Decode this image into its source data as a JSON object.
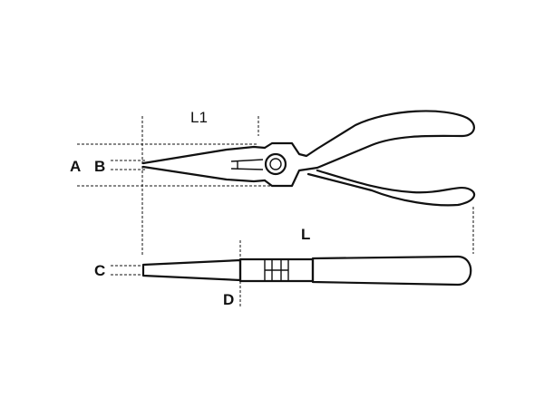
{
  "labels": {
    "a": "A",
    "b": "B",
    "c": "C",
    "d": "D",
    "l": "L",
    "l1": "L1"
  },
  "colors": {
    "line": "#111111",
    "background": "#ffffff"
  }
}
